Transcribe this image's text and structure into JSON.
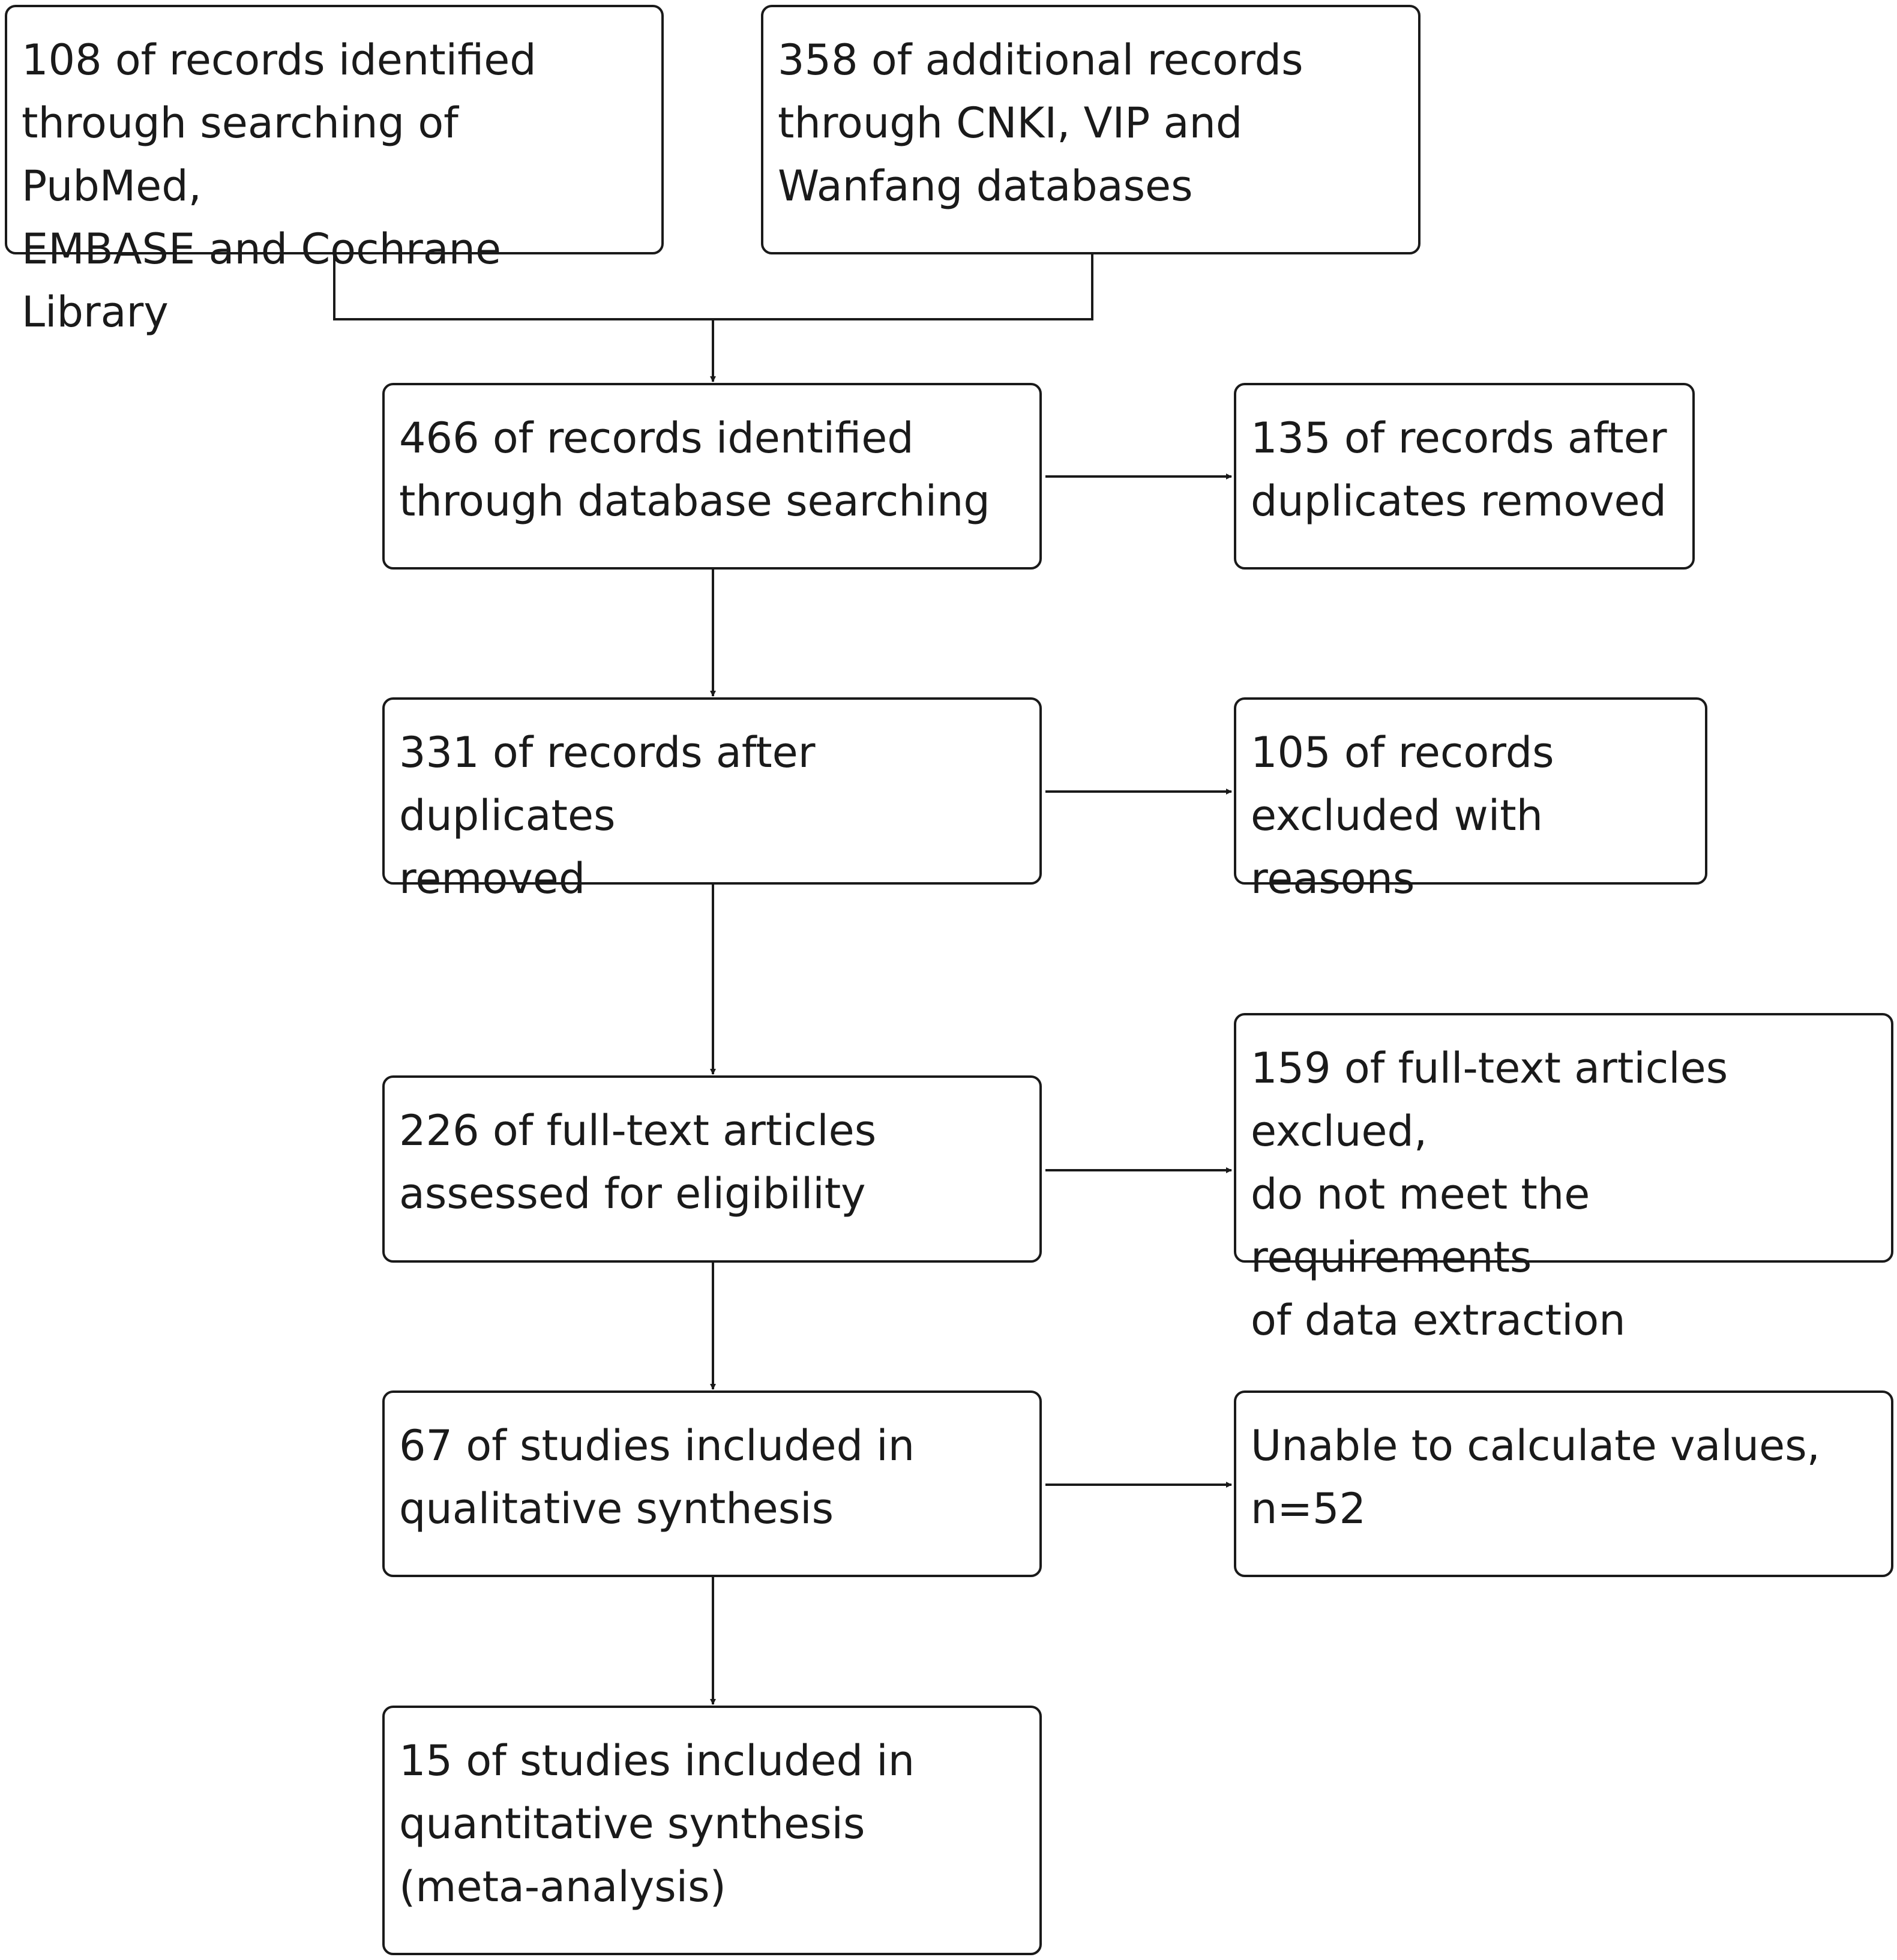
{
  "flowchart": {
    "sources": {
      "pubmed_embase_cochrane": "108 of records identified\nthrough searching of PubMed,\nEMBASE and Cochrane Library",
      "cnki_vip_wanfang": "358 of additional records\nthrough CNKI, VIP and\nWanfang databases"
    },
    "steps": {
      "identified": "466 of records identified\nthrough database searching",
      "after_duplicates": "331 of records after duplicates\nremoved",
      "full_text_assessed": "226 of full-text articles\nassessed for eligibility",
      "qualitative": "67 of studies included in\nqualitative synthesis",
      "quantitative": "15 of studies included in\nquantitative synthesis\n(meta-analysis)"
    },
    "side": {
      "duplicates_removed": "135 of records after\nduplicates removed",
      "excluded_with_reasons": "105 of records\nexcluded with reasons",
      "full_text_excluded": "159 of full-text articles exclued,\ndo not meet the requirements\nof data extraction",
      "unable_to_calculate": "Unable to calculate values,\nn=52"
    }
  }
}
